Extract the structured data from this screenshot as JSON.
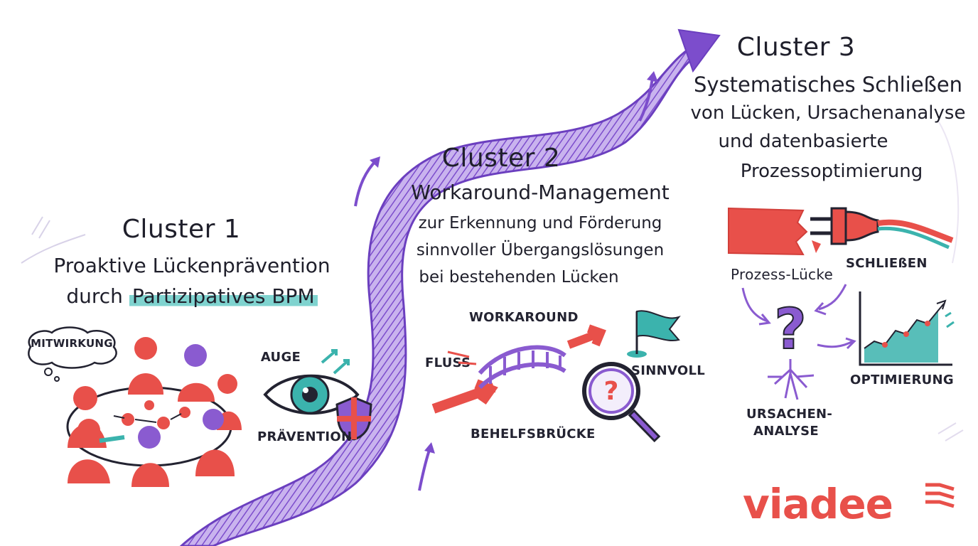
{
  "cluster1": {
    "title": "Cluster 1",
    "line1": "Proaktive Lückenprävention",
    "line2_prefix": "durch ",
    "line2_highlight": "Partizipatives BPM",
    "labels": {
      "mitwirkung": "MITWIRKUNG",
      "auge": "AUGE",
      "praevention": "PRÄVENTION"
    }
  },
  "cluster2": {
    "title": "Cluster 2",
    "line1": "Workaround-Management",
    "line2": "zur Erkennung und Förderung",
    "line3": "sinnvoller Übergangslösungen",
    "line4": "bei bestehenden Lücken",
    "labels": {
      "workaround": "WORKAROUND",
      "fluss": "FLUSS",
      "sinnvoll": "SINNVOLL",
      "behelfsbruecke": "BEHELFSBRÜCKE"
    }
  },
  "cluster3": {
    "title": "Cluster 3",
    "line1": "Systematisches Schließen",
    "line2": "von Lücken, Ursachenanalyse",
    "line3": "und datenbasierte",
    "line4": "Prozessoptimierung",
    "labels": {
      "prozess_luecke": "Prozess-Lücke",
      "schliessen": "SCHLIEßEN",
      "ursachen": "URSACHEN-",
      "analyse": "ANALYSE",
      "optimierung": "OPTIMIERUNG"
    }
  },
  "logo": "viadee",
  "colors": {
    "accent_red": "#e8504a",
    "purple": "#8a5bd0",
    "teal": "#3bb3ad",
    "ink": "#232331"
  },
  "icons": [
    "people-table-icon",
    "thought-bubble-icon",
    "eye-icon",
    "shield-icon",
    "bridge-icon",
    "magnifier-icon",
    "flag-icon",
    "torn-paper-icon",
    "plug-icon",
    "question-roots-icon",
    "growth-chart-icon",
    "progress-arrow-icon"
  ]
}
